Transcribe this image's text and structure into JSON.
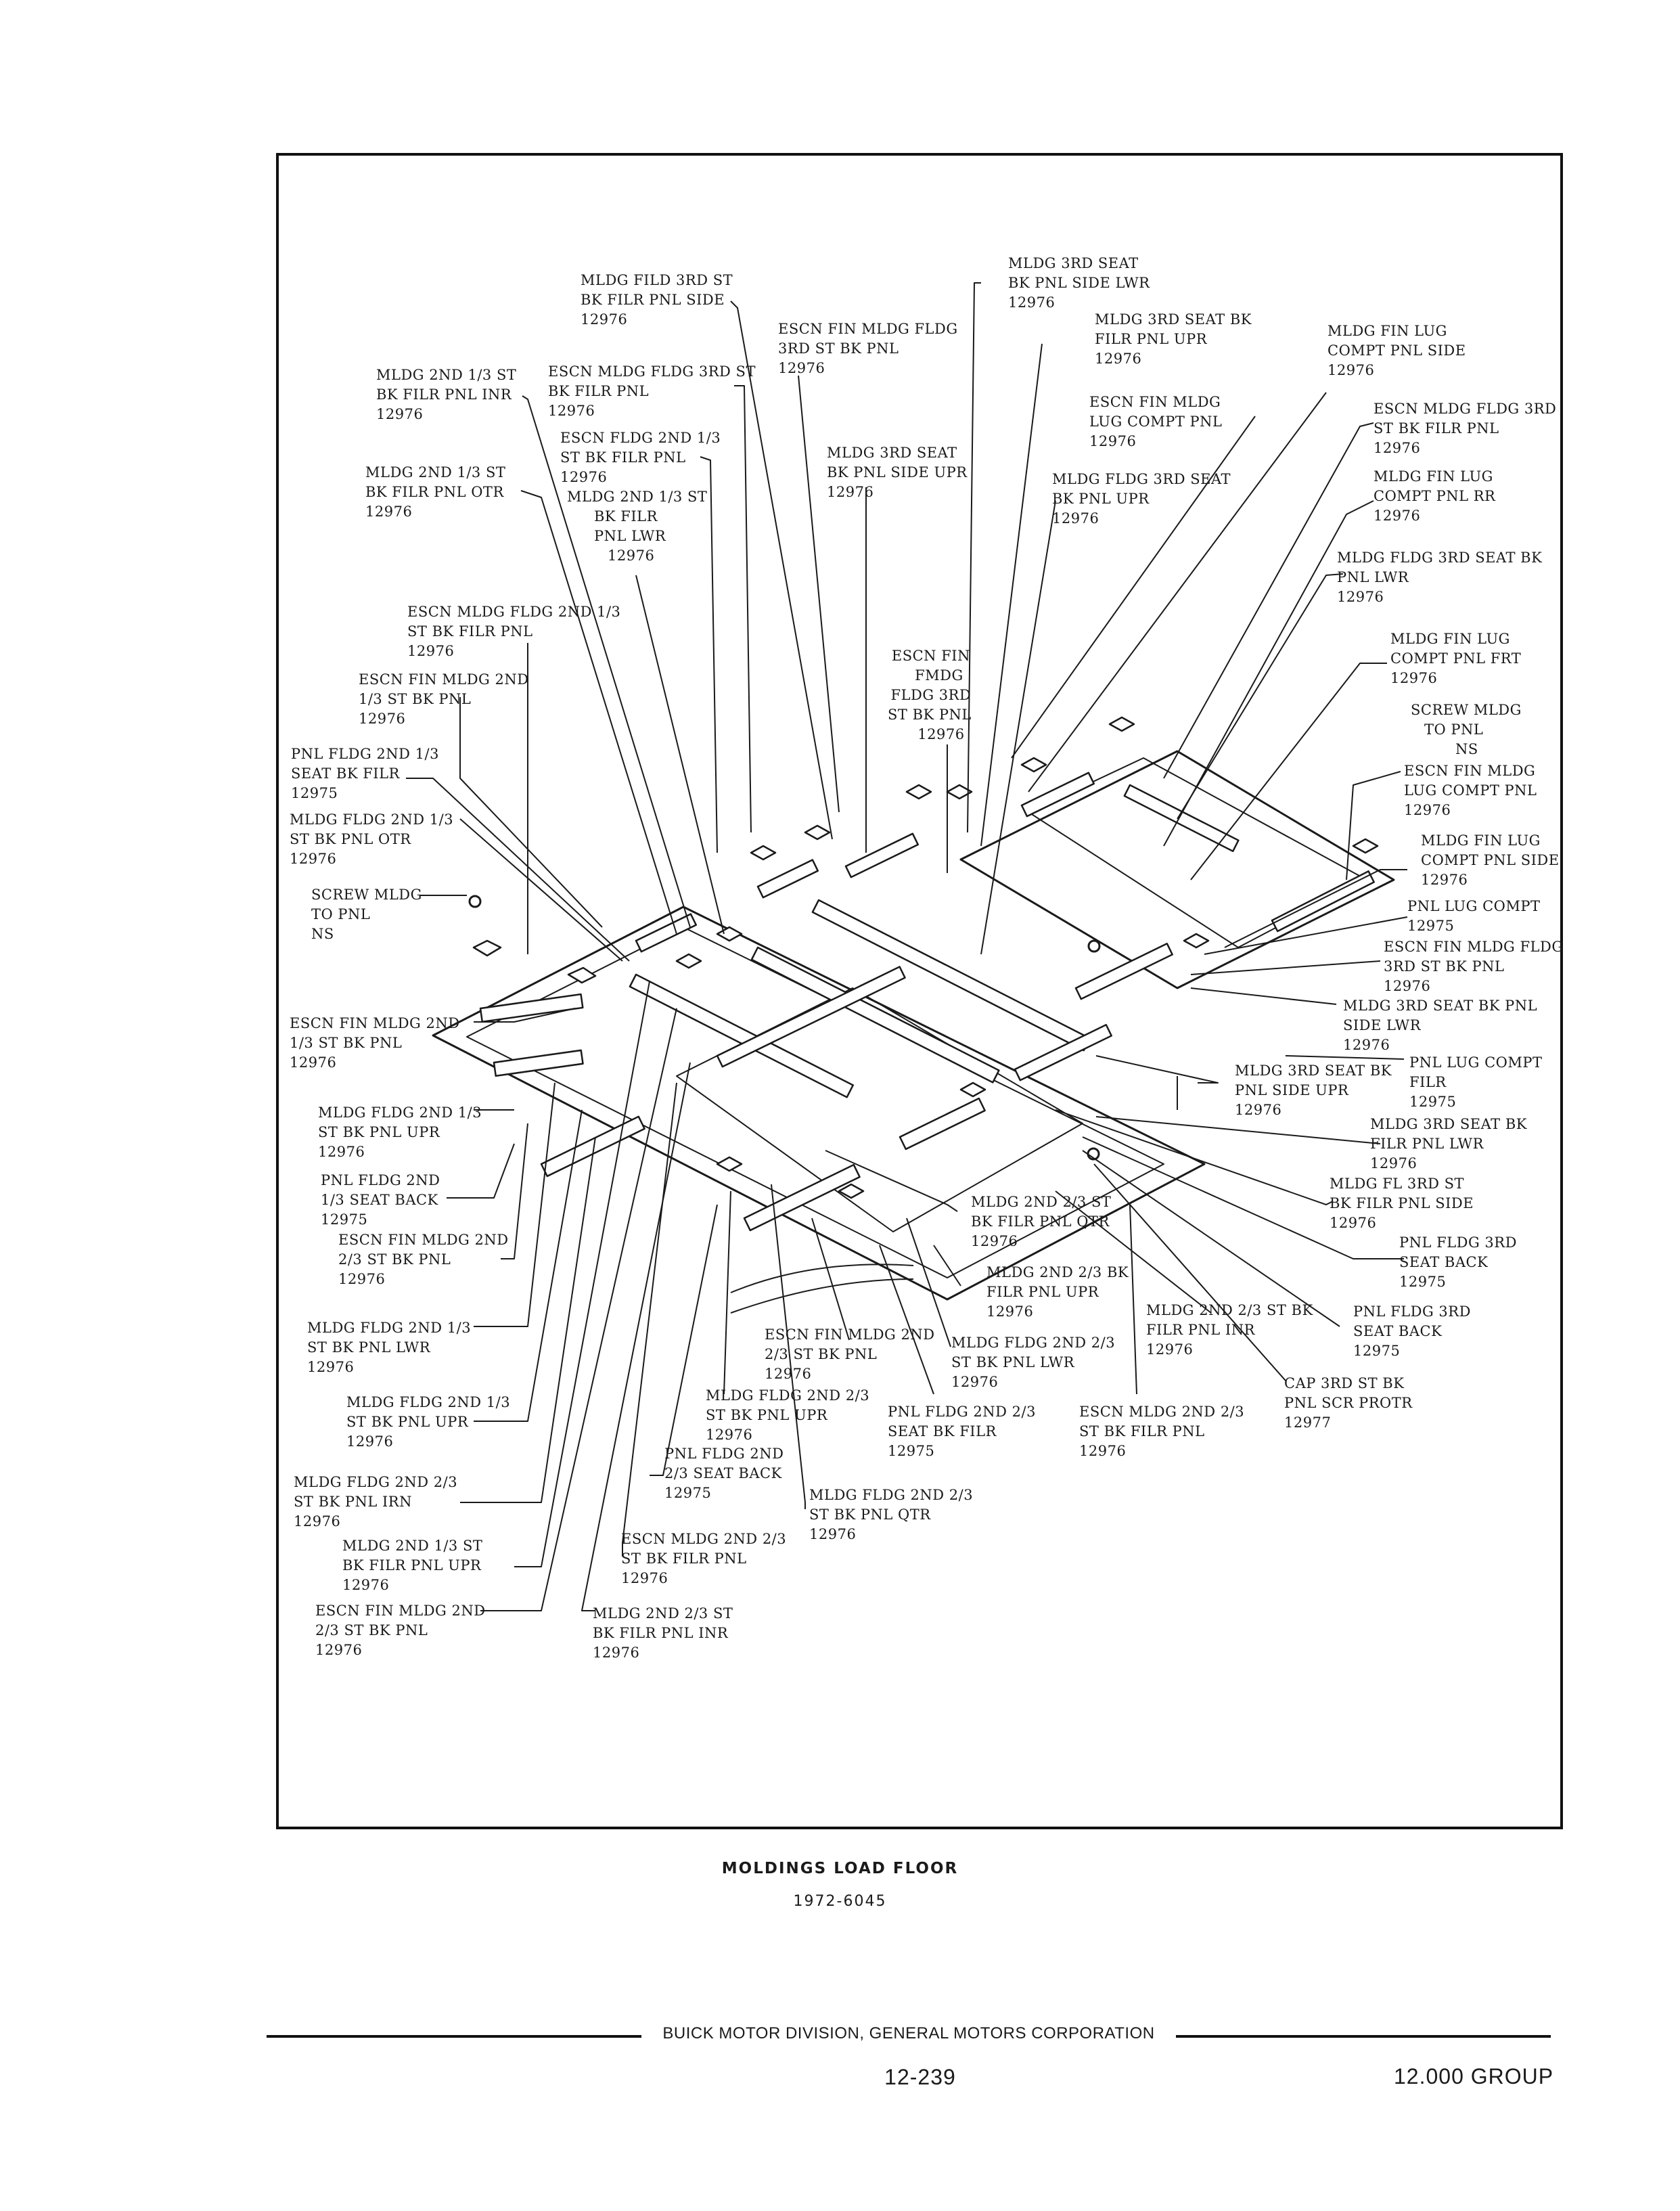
{
  "diagram": {
    "caption": "MOLDINGS LOAD FLOOR",
    "code": "1972-6045",
    "labels": [
      {
        "id": "l1",
        "lines": [
          "MLDG FILD 3RD ST",
          "BK FILR PNL SIDE",
          "12976"
        ]
      },
      {
        "id": "l2",
        "lines": [
          "MLDG 3RD SEAT",
          "BK PNL SIDE LWR",
          "12976"
        ]
      },
      {
        "id": "l3",
        "lines": [
          "ESCN FIN MLDG FLDG",
          "3RD ST BK PNL",
          "12976"
        ]
      },
      {
        "id": "l4",
        "lines": [
          "MLDG 3RD SEAT BK",
          "FILR PNL UPR",
          "12976"
        ]
      },
      {
        "id": "l5",
        "lines": [
          "MLDG FIN LUG",
          "COMPT PNL SIDE",
          "12976"
        ]
      },
      {
        "id": "l6",
        "lines": [
          "MLDG 2ND 1/3 ST",
          "BK FILR PNL INR",
          "12976"
        ]
      },
      {
        "id": "l7",
        "lines": [
          "ESCN MLDG FLDG 3RD ST",
          "BK FILR PNL",
          "12976"
        ]
      },
      {
        "id": "l8",
        "lines": [
          "ESCN FIN MLDG",
          "LUG COMPT PNL",
          "12976"
        ]
      },
      {
        "id": "l9",
        "lines": [
          "ESCN MLDG FLDG 3RD",
          "ST BK FILR PNL",
          "12976"
        ]
      },
      {
        "id": "l10",
        "lines": [
          "ESCN FLDG 2ND 1/3",
          "ST BK FILR PNL",
          "12976"
        ]
      },
      {
        "id": "l11",
        "lines": [
          "MLDG 3RD SEAT",
          "BK PNL SIDE UPR",
          "12976"
        ]
      },
      {
        "id": "l12",
        "lines": [
          "MLDG 2ND 1/3 ST",
          "BK FILR PNL OTR",
          "12976"
        ]
      },
      {
        "id": "l13",
        "lines": [
          "MLDG 2ND 1/3 ST",
          "BK FILR",
          "PNL LWR",
          "12976"
        ]
      },
      {
        "id": "l14",
        "lines": [
          "MLDG FLDG 3RD SEAT",
          "BK PNL UPR",
          "12976"
        ]
      },
      {
        "id": "l15",
        "lines": [
          "MLDG FIN LUG",
          "COMPT PNL RR",
          "12976"
        ]
      },
      {
        "id": "l16",
        "lines": [
          "MLDG FLDG 3RD SEAT BK",
          "PNL LWR",
          "12976"
        ]
      },
      {
        "id": "l17",
        "lines": [
          "ESCN MLDG FLDG 2ND 1/3",
          "ST BK FILR PNL",
          "12976"
        ]
      },
      {
        "id": "l18",
        "lines": [
          "MLDG FIN LUG",
          "COMPT PNL FRT",
          "12976"
        ]
      },
      {
        "id": "l19",
        "lines": [
          "ESCN FIN",
          "FMDG",
          "FLDG 3RD",
          "ST BK PNL",
          "12976"
        ]
      },
      {
        "id": "l20",
        "lines": [
          "ESCN FIN MLDG 2ND",
          "1/3 ST BK PNL",
          "12976"
        ]
      },
      {
        "id": "l21",
        "lines": [
          "SCREW MLDG",
          "TO PNL",
          "NS"
        ]
      },
      {
        "id": "l22",
        "lines": [
          "PNL FLDG 2ND 1/3",
          "SEAT BK FILR",
          "12975"
        ]
      },
      {
        "id": "l23",
        "lines": [
          "ESCN FIN MLDG",
          "LUG COMPT PNL",
          "12976"
        ]
      },
      {
        "id": "l24",
        "lines": [
          "MLDG FLDG 2ND 1/3",
          "ST BK PNL OTR",
          "12976"
        ]
      },
      {
        "id": "l25",
        "lines": [
          "MLDG FIN LUG",
          "COMPT PNL SIDE",
          "12976"
        ]
      },
      {
        "id": "l26",
        "lines": [
          "SCREW MLDG",
          "TO PNL",
          "NS"
        ]
      },
      {
        "id": "l27",
        "lines": [
          "PNL LUG COMPT",
          "12975"
        ]
      },
      {
        "id": "l28",
        "lines": [
          "ESCN FIN MLDG FLDG",
          "3RD ST BK PNL",
          "12976"
        ]
      },
      {
        "id": "l29",
        "lines": [
          "ESCN FIN MLDG 2ND",
          "1/3 ST BK PNL",
          "12976"
        ]
      },
      {
        "id": "l30",
        "lines": [
          "MLDG 3RD SEAT BK PNL",
          "SIDE LWR",
          "12976"
        ]
      },
      {
        "id": "l31",
        "lines": [
          "PNL LUG COMPT",
          "FILR",
          "12975"
        ]
      },
      {
        "id": "l32",
        "lines": [
          "MLDG 3RD SEAT BK",
          "PNL SIDE UPR",
          "12976"
        ]
      },
      {
        "id": "l33",
        "lines": [
          "MLDG FLDG 2ND 1/3",
          "ST BK PNL UPR",
          "12976"
        ]
      },
      {
        "id": "l34",
        "lines": [
          "MLDG 3RD SEAT BK",
          "FILR PNL LWR",
          "12976"
        ]
      },
      {
        "id": "l35",
        "lines": [
          "PNL FLDG 2ND",
          "1/3 SEAT BACK",
          "12975"
        ]
      },
      {
        "id": "l36",
        "lines": [
          "MLDG FL 3RD ST",
          "BK FILR PNL SIDE",
          "12976"
        ]
      },
      {
        "id": "l37",
        "lines": [
          "MLDG 2ND 2/3 ST",
          "BK FILR PNL QTR",
          "12976"
        ]
      },
      {
        "id": "l38",
        "lines": [
          "ESCN FIN MLDG 2ND",
          "2/3 ST BK PNL",
          "12976"
        ]
      },
      {
        "id": "l39",
        "lines": [
          "PNL FLDG 3RD",
          "SEAT BACK",
          "12975"
        ]
      },
      {
        "id": "l40",
        "lines": [
          "MLDG 2ND 2/3 BK",
          "FILR PNL UPR",
          "12976"
        ]
      },
      {
        "id": "l41",
        "lines": [
          "MLDG 2ND 2/3 ST BK",
          "FILR PNL INR",
          "12976"
        ]
      },
      {
        "id": "l42",
        "lines": [
          "PNL FLDG 3RD",
          "SEAT BACK",
          "12975"
        ]
      },
      {
        "id": "l43",
        "lines": [
          "MLDG FLDG 2ND 1/3",
          "ST BK PNL LWR",
          "12976"
        ]
      },
      {
        "id": "l44",
        "lines": [
          "ESCN FIN MLDG 2ND",
          "2/3 ST BK PNL",
          "12976"
        ]
      },
      {
        "id": "l45",
        "lines": [
          "MLDG FLDG 2ND 2/3",
          "ST BK PNL LWR",
          "12976"
        ]
      },
      {
        "id": "l46",
        "lines": [
          "CAP 3RD ST BK",
          "PNL SCR PROTR",
          "12977"
        ]
      },
      {
        "id": "l47",
        "lines": [
          "MLDG FLDG 2ND 1/3",
          "ST BK PNL UPR",
          "12976"
        ]
      },
      {
        "id": "l48",
        "lines": [
          "MLDG FLDG 2ND 2/3",
          "ST BK PNL UPR",
          "12976"
        ]
      },
      {
        "id": "l49",
        "lines": [
          "PNL FLDG 2ND 2/3",
          "SEAT BK FILR",
          "12975"
        ]
      },
      {
        "id": "l50",
        "lines": [
          "ESCN MLDG 2ND 2/3",
          "ST BK FILR PNL",
          "12976"
        ]
      },
      {
        "id": "l51",
        "lines": [
          "PNL FLDG 2ND",
          "2/3 SEAT BACK",
          "12975"
        ]
      },
      {
        "id": "l52",
        "lines": [
          "MLDG FLDG 2ND 2/3",
          "ST BK PNL IRN",
          "12976"
        ]
      },
      {
        "id": "l53",
        "lines": [
          "MLDG FLDG 2ND 2/3",
          "ST BK PNL QTR",
          "12976"
        ]
      },
      {
        "id": "l54",
        "lines": [
          "MLDG 2ND 1/3 ST",
          "BK FILR PNL UPR",
          "12976"
        ]
      },
      {
        "id": "l55",
        "lines": [
          "ESCN MLDG 2ND 2/3",
          "ST BK FILR PNL",
          "12976"
        ]
      },
      {
        "id": "l56",
        "lines": [
          "ESCN FIN MLDG 2ND",
          "2/3 ST BK PNL",
          "12976"
        ]
      },
      {
        "id": "l57",
        "lines": [
          "MLDG 2ND 2/3 ST",
          "BK FILR PNL INR",
          "12976"
        ]
      }
    ]
  },
  "footer": {
    "publisher": "BUICK MOTOR DIVISION, GENERAL MOTORS CORPORATION",
    "page_number": "12-239",
    "group": "12.000 GROUP"
  }
}
